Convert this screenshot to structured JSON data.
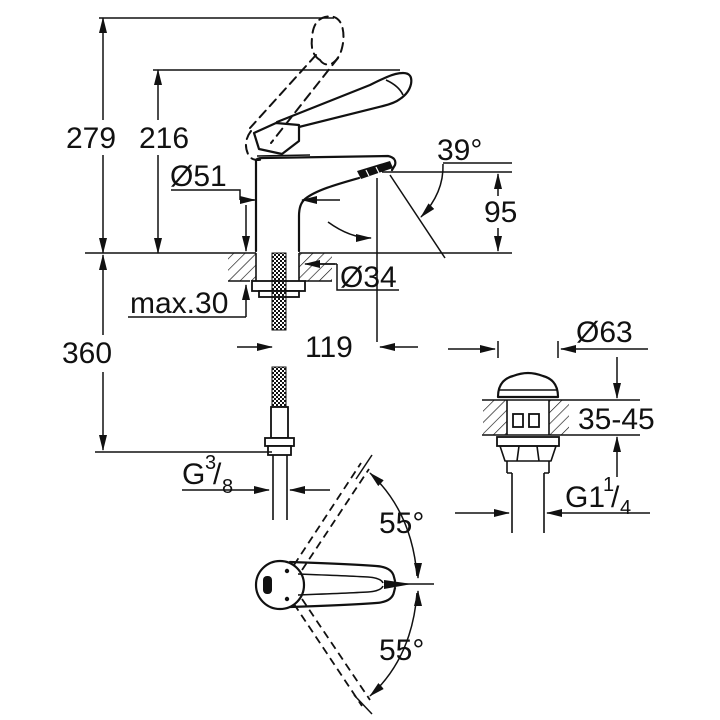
{
  "colors": {
    "background": "#ffffff",
    "line": "#111111"
  },
  "side_view": {
    "overall_height": "279",
    "lever_height": "216",
    "body_diameter": "Ø51",
    "aerator_angle": "39°",
    "spout_height": "95",
    "max_mounting_thickness": "max.30",
    "hole_diameter": "Ø34",
    "hose_length": "360",
    "spout_reach": "119",
    "supply_thread": {
      "base": "G",
      "sup": "3",
      "slash": "/",
      "sub": "8"
    }
  },
  "waste_view": {
    "cap_diameter": "Ø63",
    "mounting_thickness_range": "35-45",
    "waste_thread": {
      "base": "G1",
      "sup": "1",
      "slash": "/",
      "sub": "4"
    }
  },
  "plan_view": {
    "swing_angle_upper": "55°",
    "swing_angle_lower": "55°"
  }
}
